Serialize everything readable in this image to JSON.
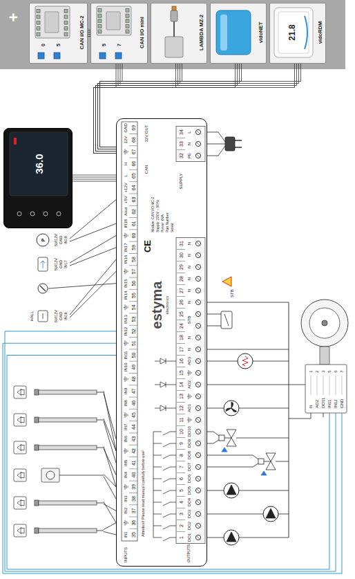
{
  "diagram": {
    "nodes": [
      {
        "text": [
          "CAN I/O MC-2",
          "0",
          "5"
        ]
      },
      {
        "text": [
          "CAN I/O mini",
          "5",
          "7"
        ]
      },
      {
        "text": [
          "LAMBDA MZ-2"
        ]
      },
      {
        "text": [
          "vidoNET"
        ]
      },
      {
        "text": [
          "vidoRDM",
          "21.8"
        ]
      },
      {
        "text": [
          "36.0"
        ]
      },
      {
        "text": [
          "estyma",
          "electronics",
          "CE",
          "Attention! Please read manual carefully before use!",
          "Module: CAN I/O MC-2",
          "Supply: 230V ~ 50Hz",
          "Power: 6VA",
          "Part Number:",
          "Serial:"
        ]
      }
    ],
    "edges": [
      {
        "from": 0,
        "to": 6,
        "arrow": "none"
      },
      {
        "from": 1,
        "to": 6,
        "arrow": "none"
      },
      {
        "from": 2,
        "to": 6,
        "arrow": "none"
      },
      {
        "from": 3,
        "to": 6,
        "arrow": "none"
      },
      {
        "from": 4,
        "to": 6,
        "arrow": "none"
      },
      {
        "from": 5,
        "to": 6,
        "arrow": "none"
      }
    ],
    "labels": [
      "35",
      "36",
      "37",
      "38",
      "39",
      "40",
      "41",
      "42",
      "43",
      "44",
      "45",
      "46",
      "47",
      "48",
      "49",
      "50",
      "51",
      "52",
      "53",
      "54",
      "55",
      "56",
      "57",
      "58",
      "59",
      "60",
      "61",
      "62",
      "63",
      "64",
      "65",
      "66",
      "67",
      "68",
      "69",
      "IN1",
      "IN2",
      "IN3",
      "IN4",
      "IN5",
      "IN6",
      "IN7",
      "IN8",
      "IN9",
      "IN10",
      "IN11",
      "IN12",
      "IN13",
      "IN14",
      "IN15",
      "IN16",
      "IN17",
      "IN18",
      "Aout",
      "+5V",
      "+12V",
      "L",
      "H",
      "12V",
      "GND",
      "1",
      "2",
      "3",
      "4",
      "5",
      "6",
      "7",
      "8",
      "9",
      "10",
      "11",
      "12",
      "13",
      "14",
      "15",
      "16",
      "17",
      "18",
      "24",
      "25",
      "26",
      "27",
      "28",
      "29",
      "30",
      "31",
      "32",
      "33",
      "34",
      "DO1",
      "DO2",
      "DO3",
      "DO4",
      "DO5",
      "DO6",
      "DO7",
      "DO8",
      "DO9",
      "DO10",
      "AO1",
      "AO2",
      "AO3",
      "N",
      "N",
      "STB",
      "N",
      "N",
      "N",
      "N",
      "N",
      "N",
      "PE",
      "N",
      "L",
      "INPUTS",
      "OUTPUTS",
      "SUPPLY",
      "CAN",
      "12V OUT",
      "+",
      "STB",
      "HALL",
      "P",
      "5V/12V",
      "GND",
      "IN16",
      "5V/12V",
      "GND",
      "IN17",
      "5V/12V",
      "GND",
      "IN18",
      "N",
      "1",
      "AO2",
      "2",
      "DO11",
      "3",
      "IN11",
      "5",
      "IN12",
      "6",
      "GND",
      "7"
    ]
  }
}
